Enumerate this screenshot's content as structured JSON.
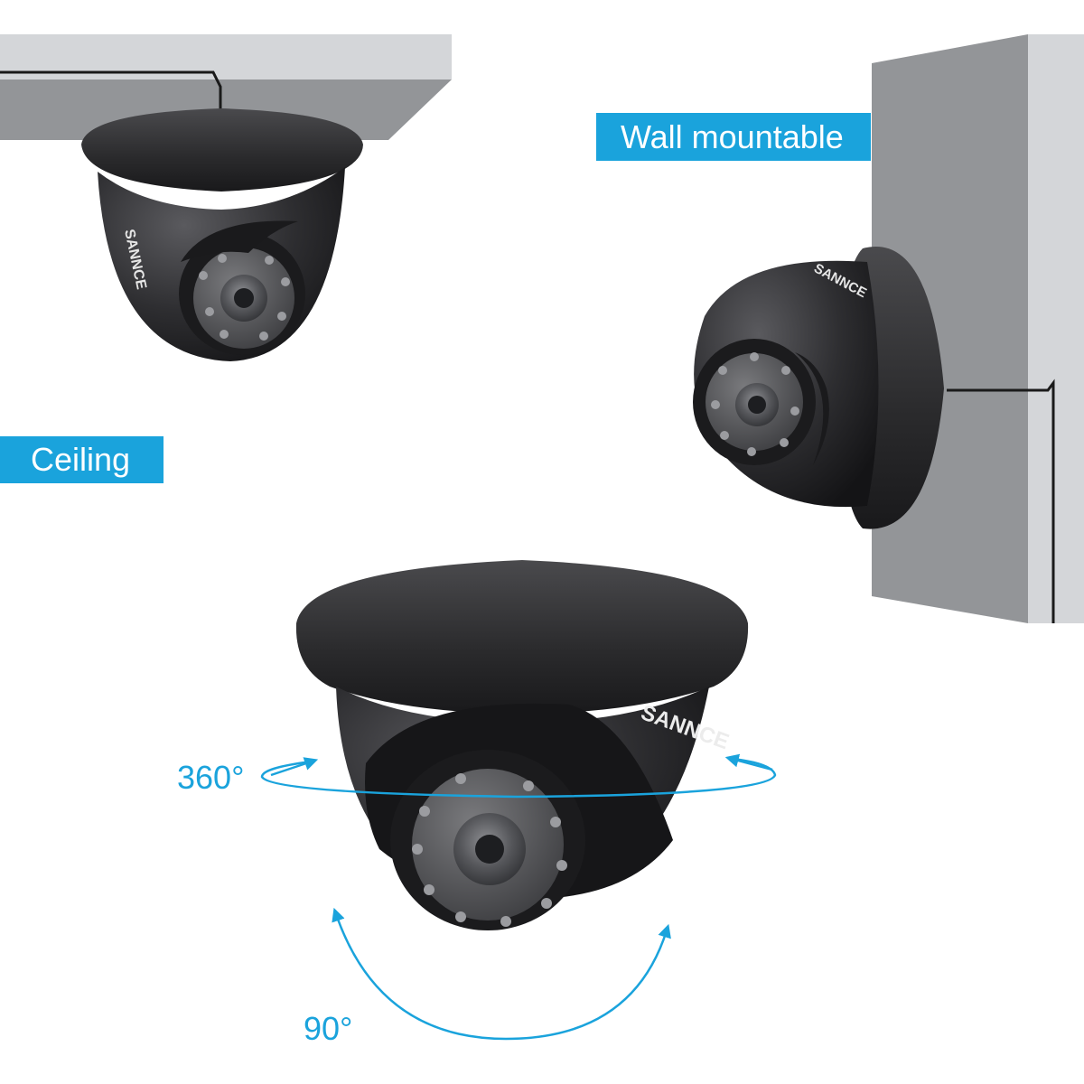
{
  "labels": {
    "ceiling": "Ceiling",
    "wall": "Wall mountable",
    "pan": "360°",
    "tilt": "90°"
  },
  "brand": {
    "logo_text": "SANNCE"
  },
  "colors": {
    "accent": "#1aa3dc",
    "wall_front": "#939598",
    "wall_side": "#d4d6d9",
    "camera_body": "#2b2b2d"
  }
}
